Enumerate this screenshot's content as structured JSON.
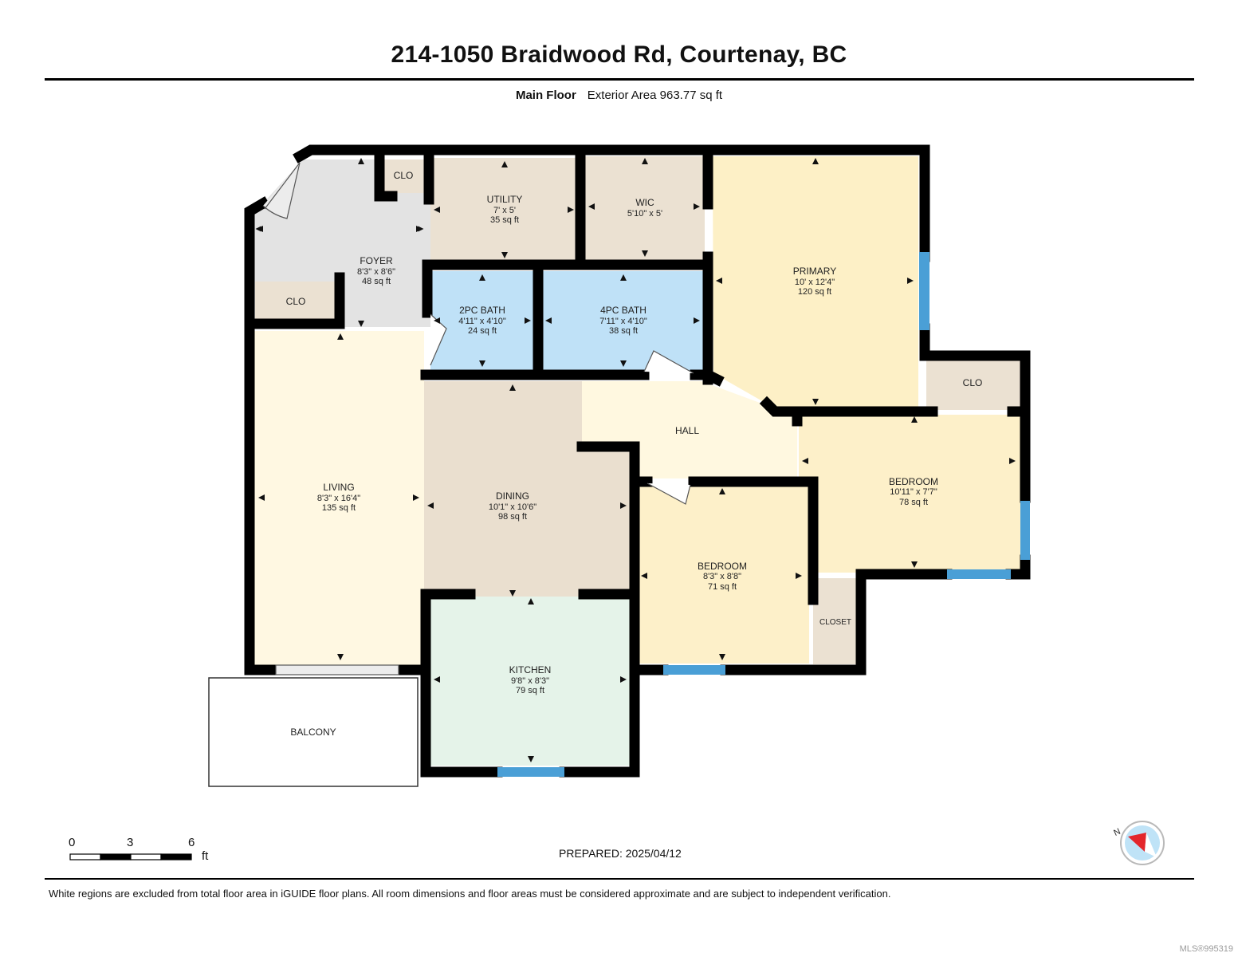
{
  "header": {
    "title": "214-1050 Braidwood Rd, Courtenay, BC",
    "floor_name": "Main Floor",
    "exterior_area": "Exterior Area 963.77 sq ft"
  },
  "rooms": {
    "utility": {
      "name": "UTILITY",
      "dims": "7' x 5'",
      "area": "35 sq ft"
    },
    "wic": {
      "name": "WIC",
      "dims": "5'10\" x 5'"
    },
    "foyer": {
      "name": "FOYER",
      "dims": "8'3\" x 8'6\"",
      "area": "48 sq ft"
    },
    "primary": {
      "name": "PRIMARY",
      "dims": "10' x 12'4\"",
      "area": "120 sq ft"
    },
    "bath2pc": {
      "name": "2PC BATH",
      "dims": "4'11\" x 4'10\"",
      "area": "24 sq ft"
    },
    "bath4pc": {
      "name": "4PC BATH",
      "dims": "7'11\" x 4'10\"",
      "area": "38 sq ft"
    },
    "living": {
      "name": "LIVING",
      "dims": "8'3\" x 16'4\"",
      "area": "135 sq ft"
    },
    "dining": {
      "name": "DINING",
      "dims": "10'1\" x 10'6\"",
      "area": "98 sq ft"
    },
    "hall": {
      "name": "HALL"
    },
    "bedroom1": {
      "name": "BEDROOM",
      "dims": "10'11\" x 7'7\"",
      "area": "78 sq ft"
    },
    "bedroom2": {
      "name": "BEDROOM",
      "dims": "8'3\" x 8'8\"",
      "area": "71 sq ft"
    },
    "kitchen": {
      "name": "KITCHEN",
      "dims": "9'8\" x 8'3\"",
      "area": "79 sq ft"
    },
    "balcony": {
      "name": "BALCONY"
    },
    "clo_foyer_top": {
      "name": "CLO"
    },
    "clo_foyer_left": {
      "name": "CLO"
    },
    "clo_bedroom": {
      "name": "CLO"
    },
    "closet": {
      "name": "CLOSET"
    }
  },
  "scale": {
    "ticks": [
      "0",
      "3",
      "6"
    ],
    "unit": "ft"
  },
  "compass": {
    "label": "N"
  },
  "footer": {
    "prepared": "PREPARED: 2025/04/12",
    "disclaimer": "White regions are excluded from total floor area in iGUIDE floor plans. All room dimensions and floor areas must be considered approximate and are subject to independent verification.",
    "mls": "MLS®995319"
  },
  "colors": {
    "wall": "#000000",
    "window": "#4a9fd6",
    "foyer": "#e3e3e3",
    "utility": "#ebe1d2",
    "bath": "#bfe1f7",
    "primary": "#fdf0c6",
    "living": "#fff8e2",
    "dining": "#eadfcf",
    "hall": "#fff8e0",
    "bedroom": "#fdf0c9",
    "kitchen": "#e5f3e9",
    "closet": "#ebe1d2"
  }
}
